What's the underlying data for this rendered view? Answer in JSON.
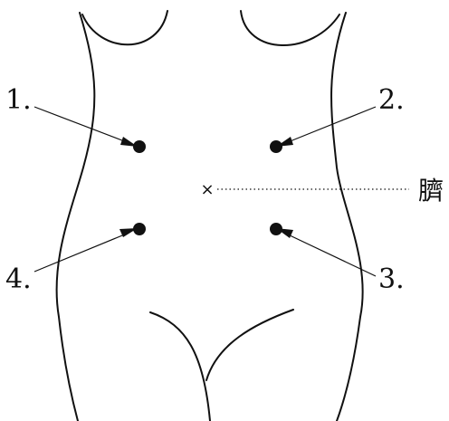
{
  "markers": [
    {
      "label": "1."
    },
    {
      "label": "2."
    },
    {
      "label": "3."
    },
    {
      "label": "4."
    }
  ],
  "navel": {
    "label": "臍",
    "symbol": "×"
  }
}
